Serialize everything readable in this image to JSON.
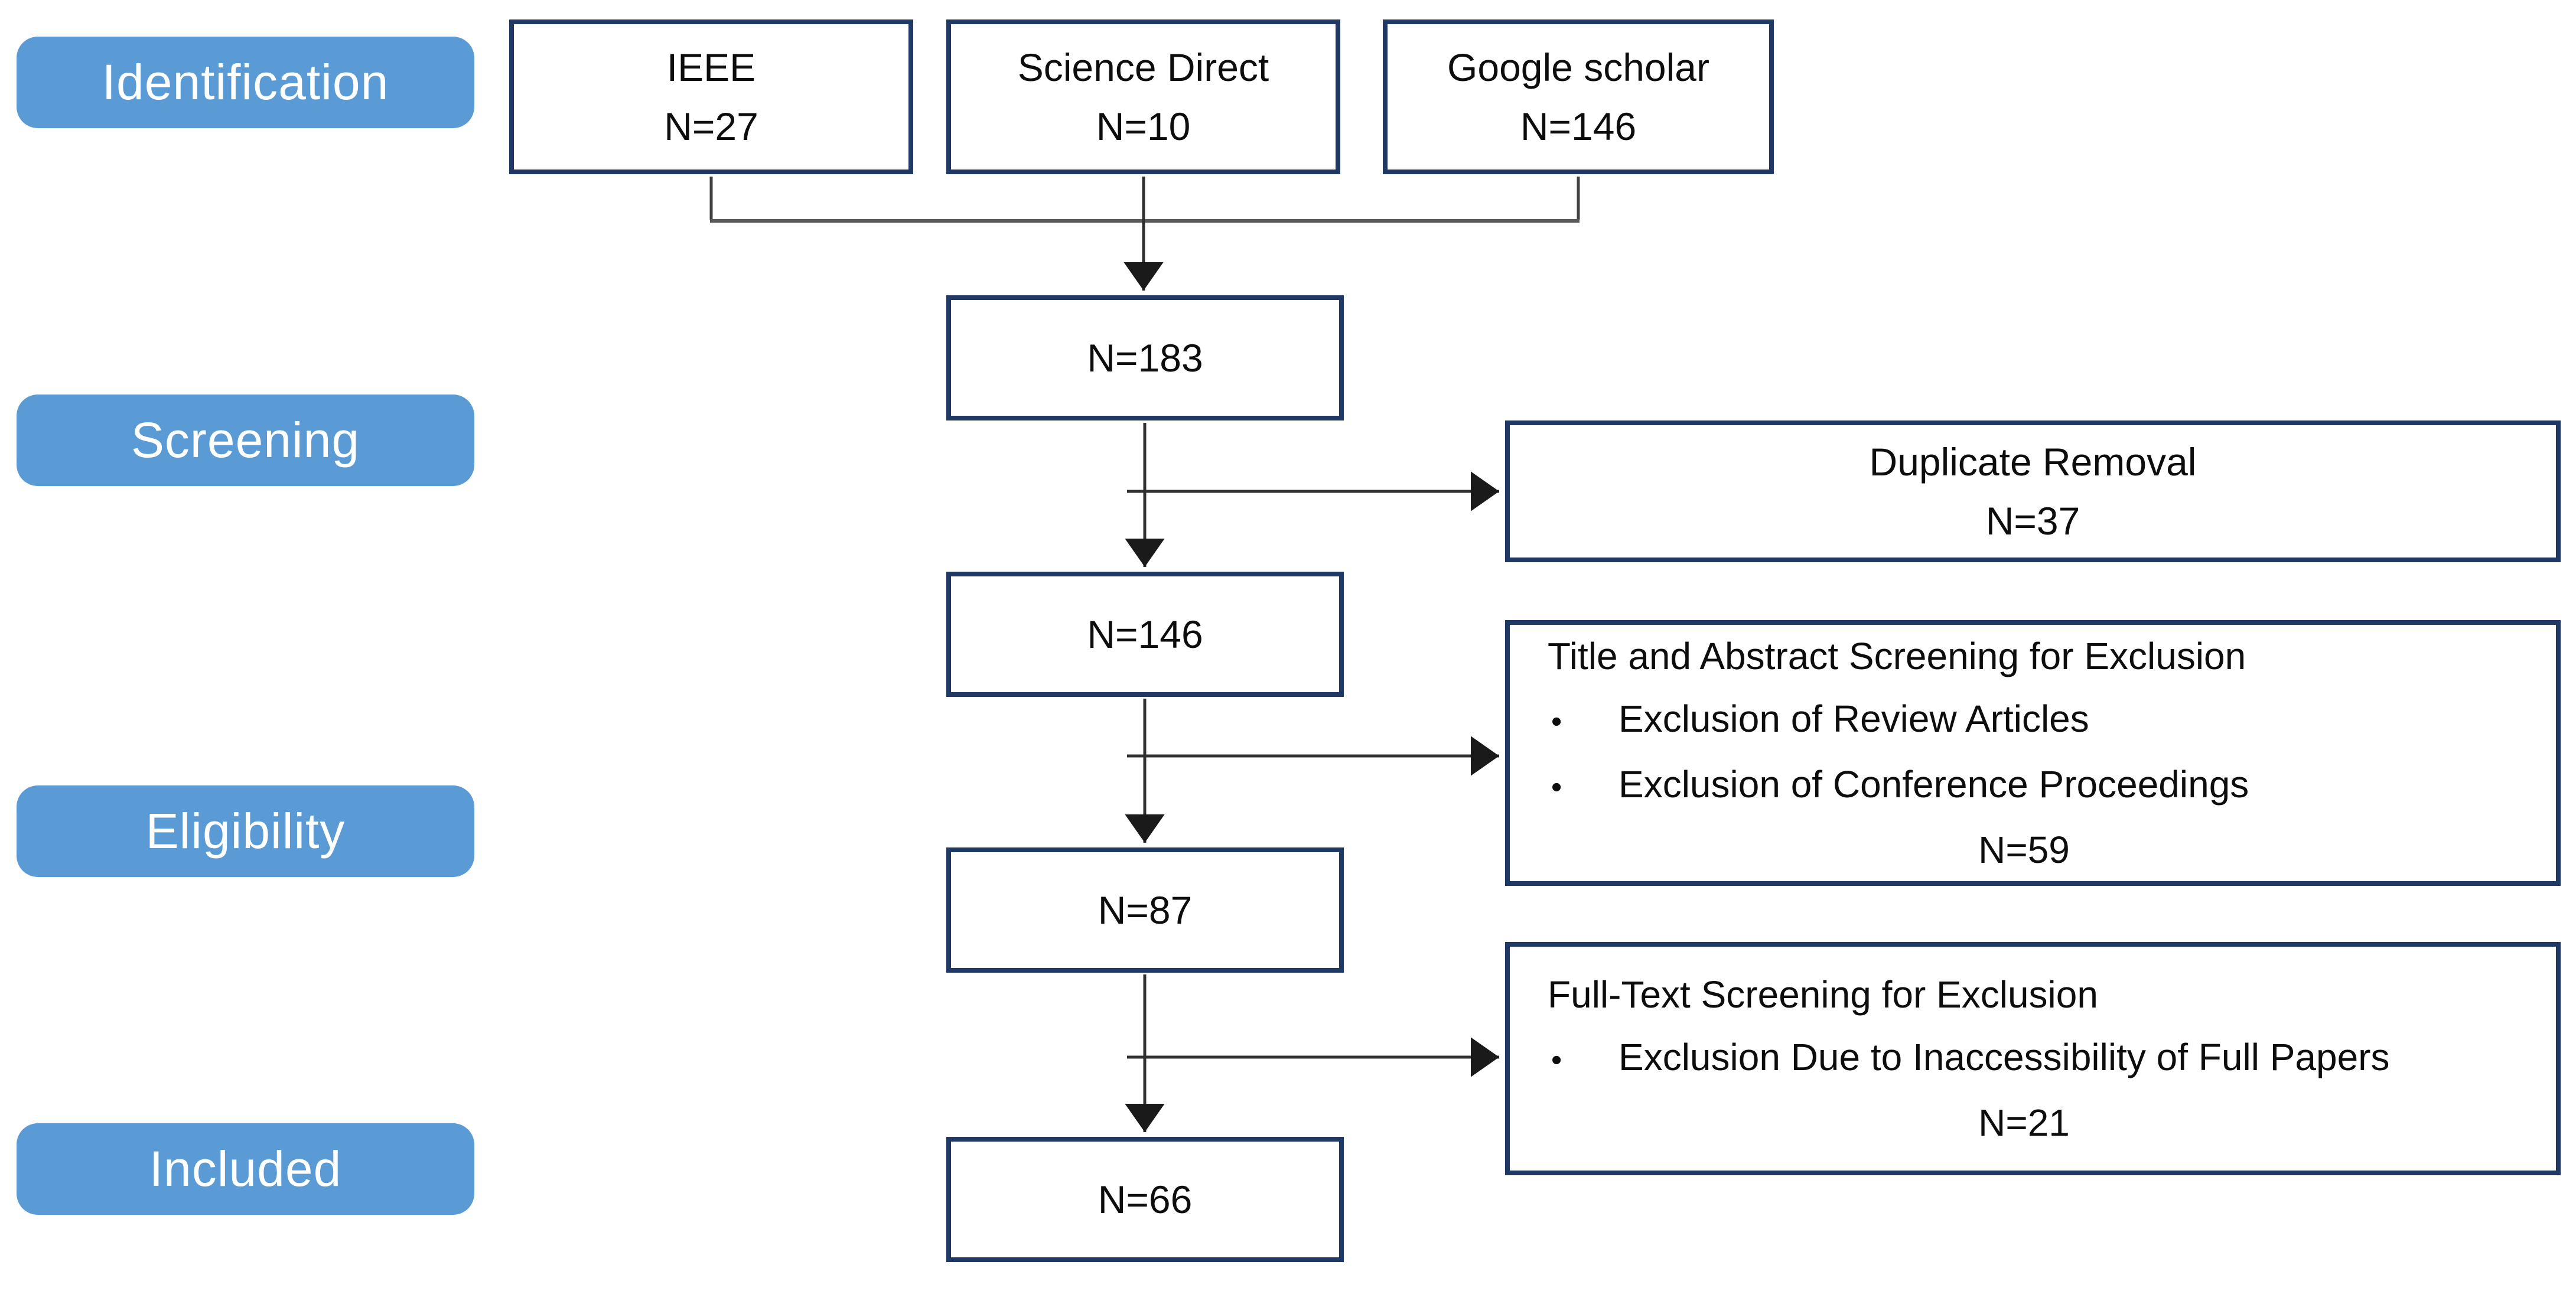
{
  "stages": [
    {
      "label": "Identification"
    },
    {
      "label": "Screening"
    },
    {
      "label": "Eligibility"
    },
    {
      "label": "Included"
    }
  ],
  "sources": [
    {
      "name": "IEEE",
      "count": "N=27"
    },
    {
      "name": "Science Direct",
      "count": "N=10"
    },
    {
      "name": "Google scholar",
      "count": "N=146"
    }
  ],
  "totals": [
    {
      "count": "N=183"
    },
    {
      "count": "N=146"
    },
    {
      "count": "N=87"
    },
    {
      "count": "N=66"
    }
  ],
  "exclusions": [
    {
      "title": "Duplicate Removal",
      "count": "N=37"
    },
    {
      "title": "Title and Abstract Screening for Exclusion",
      "bullets": [
        "Exclusion of Review Articles",
        "Exclusion of Conference Proceedings"
      ],
      "count": "N=59"
    },
    {
      "title": "Full-Text Screening for Exclusion",
      "bullets": [
        "Exclusion Due to Inaccessibility of Full Papers"
      ],
      "count": "N=21"
    }
  ],
  "glyphs": {
    "bullet": "•"
  },
  "colors": {
    "stage_fill": "#5b9bd5",
    "stage_text": "#ffffff",
    "box_border": "#1f3864",
    "box_text": "#0d0d0d",
    "flow_line": "#303030",
    "merge_line": "#595959",
    "arrowhead": "#1a1a1a",
    "background": "#ffffff"
  }
}
